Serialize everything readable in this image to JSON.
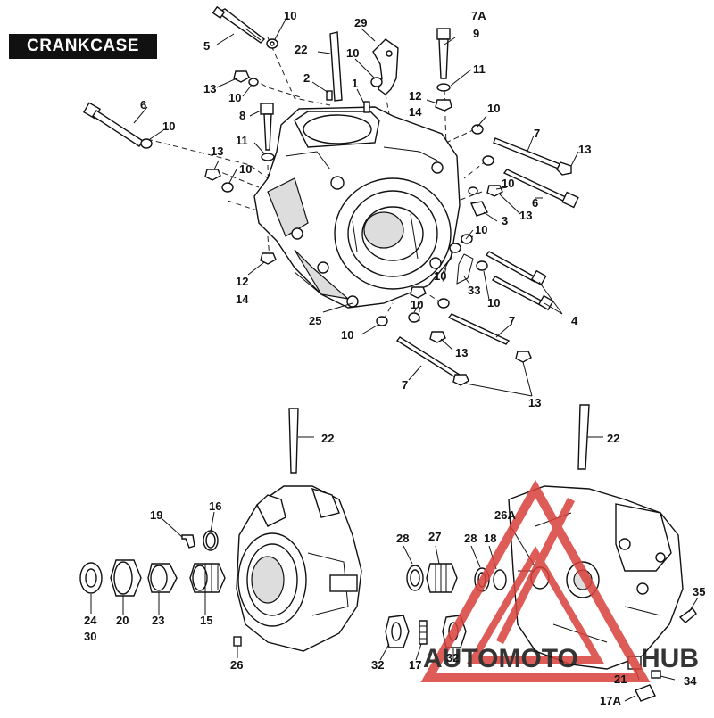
{
  "title": "CRANKCASE",
  "watermark": {
    "word1": "AUTOMOTO",
    "word2": "HUB",
    "color_orange": "#f2a23a",
    "color_red": "#d9403a"
  },
  "callouts": {
    "c5": "5",
    "c10a": "10",
    "c29": "29",
    "c7A": "7A",
    "c9": "9",
    "c22a": "22",
    "c10b": "10",
    "c11a": "11",
    "c13a": "13",
    "c10c": "10",
    "c2": "2",
    "c1": "1",
    "c12a": "12",
    "c14a": "14",
    "c6a": "6",
    "c10d": "10",
    "c8": "8",
    "c10e": "10",
    "c7a": "7",
    "c13b": "13",
    "c11b": "11",
    "c13c": "13",
    "c10f": "10",
    "c10g": "10",
    "c6b": "6",
    "c3": "3",
    "c13d": "13",
    "c10h": "10",
    "c12b": "12",
    "c14b": "14",
    "c10i": "10",
    "c33": "33",
    "c10j": "10",
    "c4": "4",
    "c10k": "10",
    "c25": "25",
    "c7b": "7",
    "c10l": "10",
    "c13e": "13",
    "c7c": "7",
    "c13f": "13",
    "c22b": "22",
    "c22c": "22",
    "c19": "19",
    "c16": "16",
    "c24": "24",
    "c30": "30",
    "c20": "20",
    "c23": "23",
    "c15": "15",
    "c26": "26",
    "c28a": "28",
    "c27": "27",
    "c28b": "28",
    "c18": "18",
    "c26A": "26A",
    "c32a": "32",
    "c17": "17",
    "c32b": "32",
    "c35": "35",
    "c21": "21",
    "c34": "34",
    "c17A": "17A"
  }
}
